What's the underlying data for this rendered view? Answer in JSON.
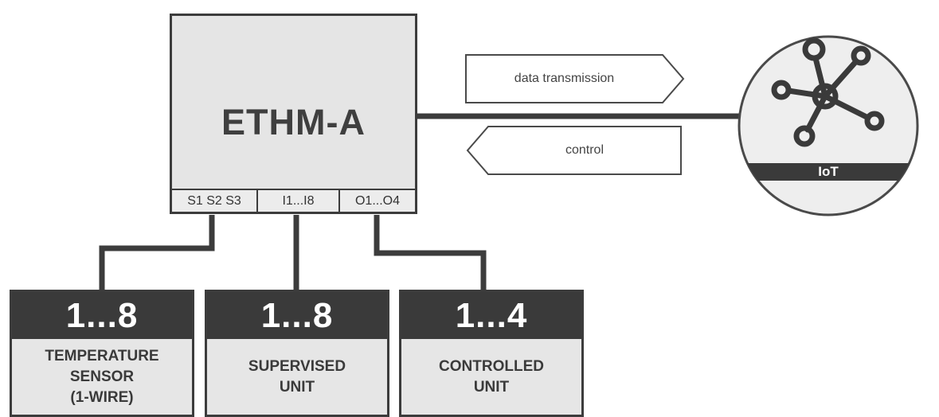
{
  "main": {
    "title": "ETHM-A",
    "ports": [
      "S1 S2 S3",
      "I1...I8",
      "O1...O4"
    ]
  },
  "arrows": {
    "transmit": "data transmission",
    "control": "control"
  },
  "iot": {
    "label": "IoT"
  },
  "units": [
    {
      "count": "1...8",
      "label": "TEMPERATURE\nSENSOR\n(1-WIRE)"
    },
    {
      "count": "1...8",
      "label": "SUPERVISED\nUNIT"
    },
    {
      "count": "1...4",
      "label": "CONTROLLED\nUNIT"
    }
  ],
  "colors": {
    "line": "#3c3c3c",
    "box_fill": "#e5e5e5",
    "header_fill": "#3a3a3a"
  }
}
